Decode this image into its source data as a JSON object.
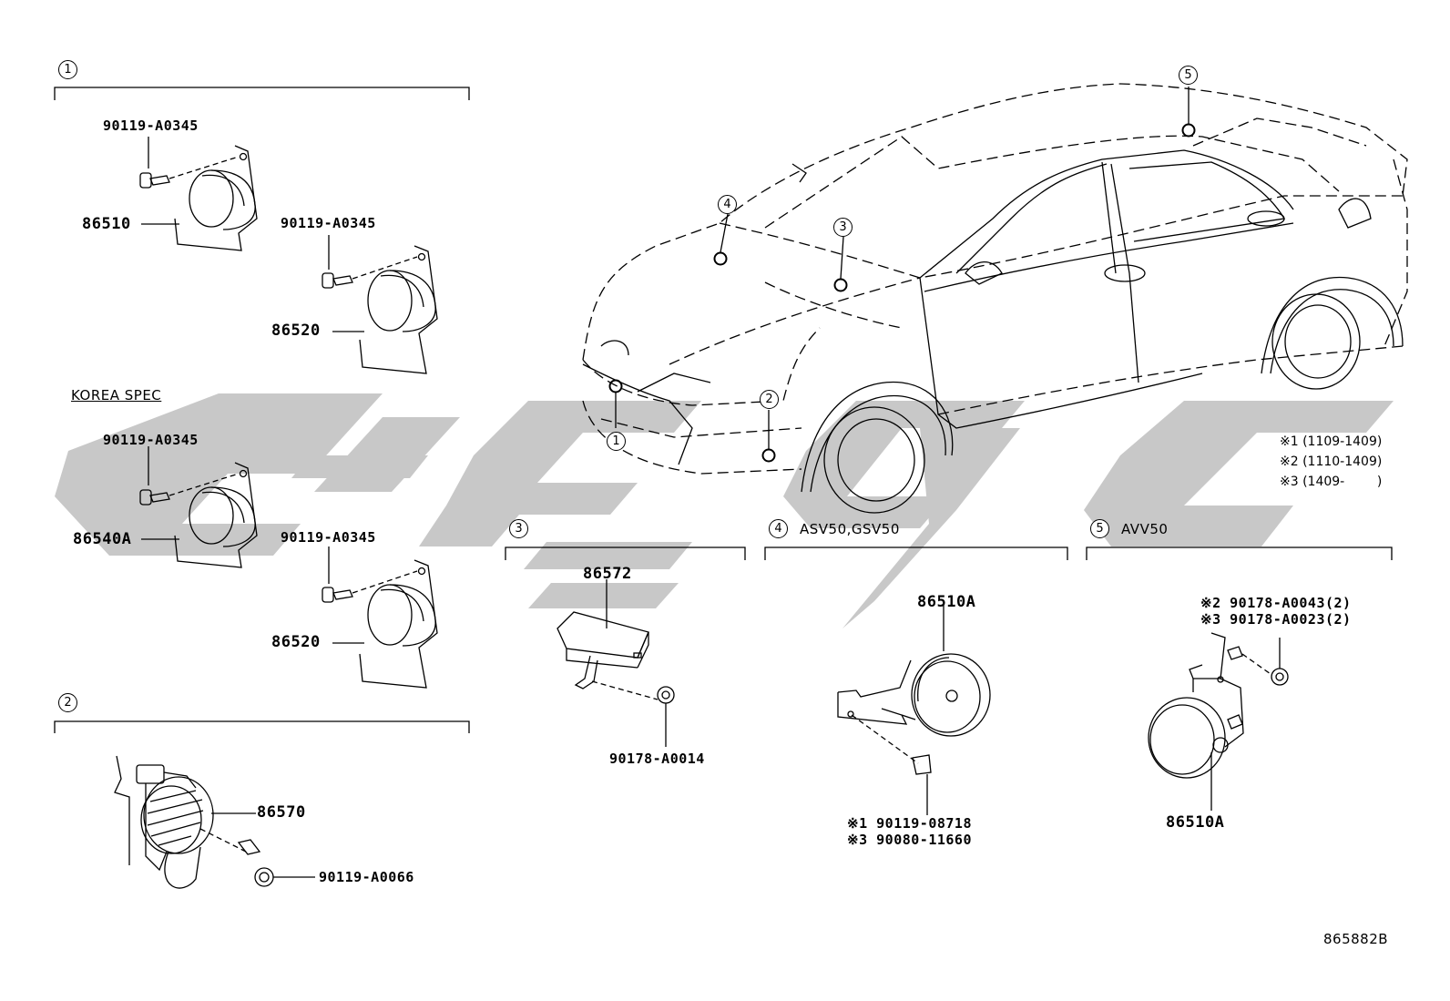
{
  "watermark": {
    "text": "ЕЭС",
    "color": "#c8c8c8"
  },
  "sections": {
    "s1": {
      "num": "1"
    },
    "s2": {
      "num": "2"
    },
    "s3": {
      "num": "3"
    },
    "s4": {
      "num": "4",
      "model": "ASV50,GSV50"
    },
    "s5": {
      "num": "5",
      "model": "AVV50"
    }
  },
  "korea_spec": "KOREA SPEC",
  "parts": {
    "p1_bolt_a": "90119-A0345",
    "p1_horn_high": "86510",
    "p1_bolt_b": "90119-A0345",
    "p1_horn_low": "86520",
    "k_bolt_a": "90119-A0345",
    "k_horn_high": "86540A",
    "k_bolt_b": "90119-A0345",
    "k_horn_low": "86520",
    "p2_siren": "86570",
    "p2_bolt": "90119-A0066",
    "p3_module": "86572",
    "p3_nut": "90178-A0014",
    "p4_horn": "86510A",
    "p4_bolt_1": "※1 90119-08718",
    "p4_bolt_3": "※3 90080-11660",
    "p5_nut_2": "※2 90178-A0043(2)",
    "p5_nut_3": "※3 90178-A0023(2)",
    "p5_horn": "86510A"
  },
  "car_markers": {
    "m1": "1",
    "m2": "2",
    "m3": "3",
    "m4": "4",
    "m5": "5"
  },
  "notes": {
    "n1": "※1 (1109-1409)",
    "n2": "※2 (1110-1409)",
    "n3": "※3 (1409-        )"
  },
  "figure_id": "865882B"
}
